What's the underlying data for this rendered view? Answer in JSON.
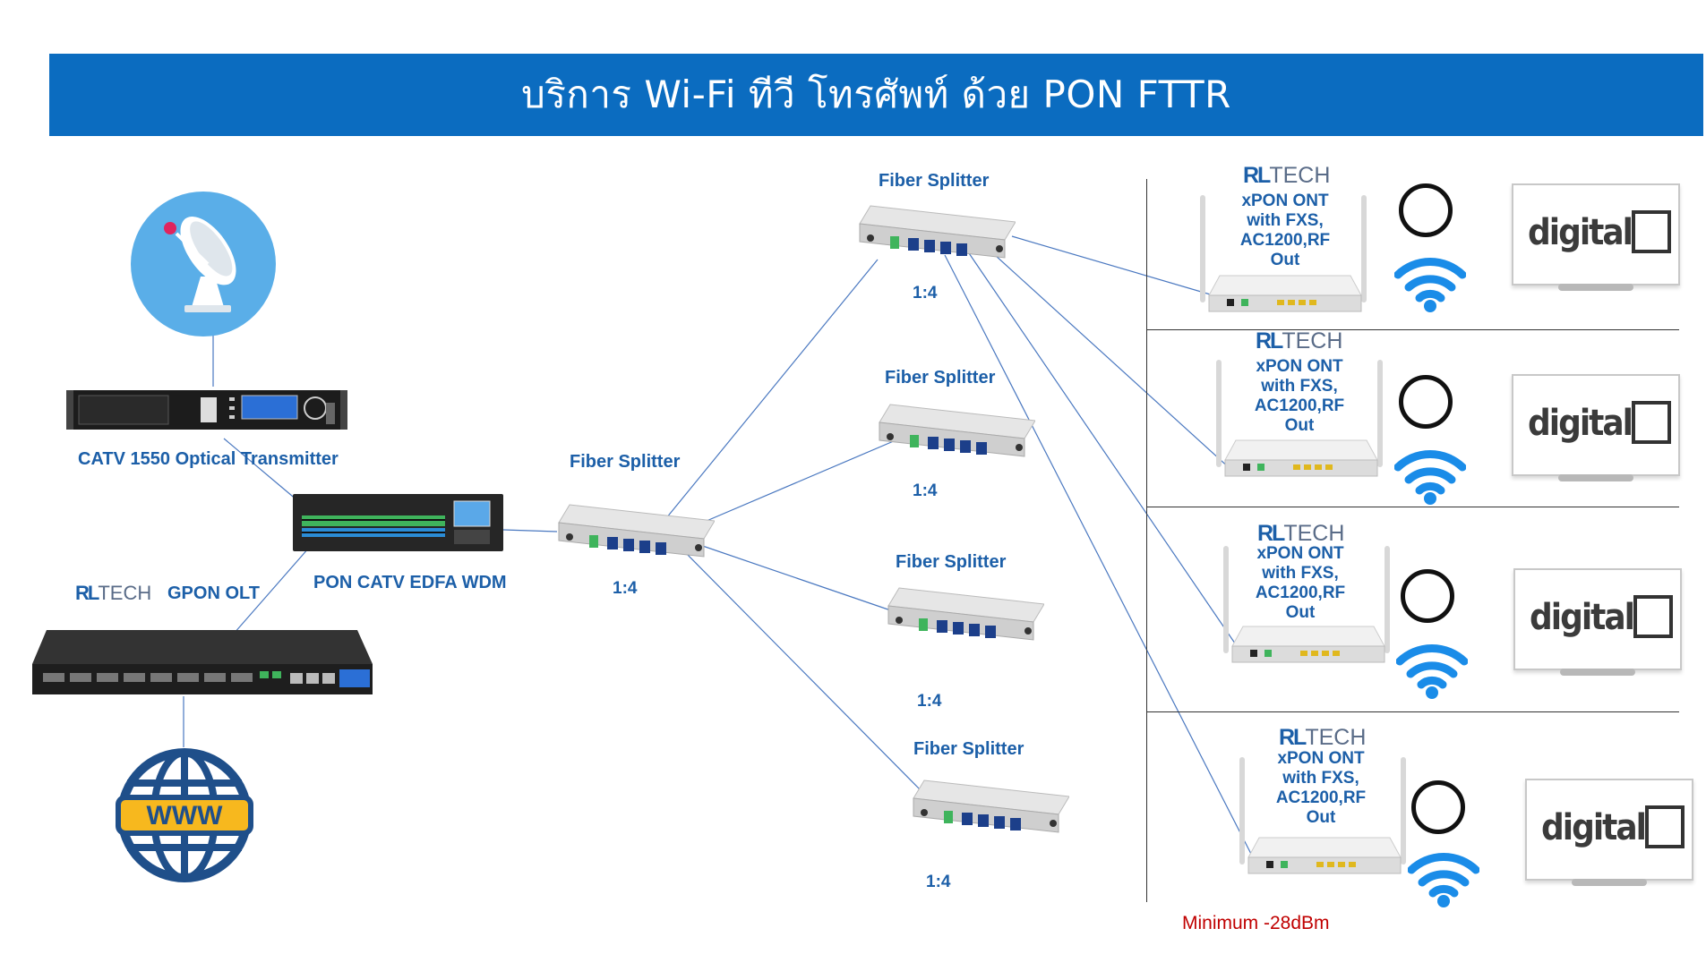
{
  "header": {
    "title": "บริการ Wi-Fi ทีวี โทรศัพท์ ด้วย PON FTTR"
  },
  "devices": {
    "catv_tx": "CATV 1550 Optical Transmitter",
    "edfa": "PON CATV EDFA WDM",
    "olt_brand_mark": "RL",
    "olt_brand_tech": "TECH",
    "olt_label": "GPON OLT",
    "www": "WWW"
  },
  "splitters": [
    {
      "label": "Fiber Splitter",
      "ratio": "1:4"
    },
    {
      "label": "Fiber Splitter",
      "ratio": "1:4"
    },
    {
      "label": "Fiber Splitter",
      "ratio": "1:4"
    },
    {
      "label": "Fiber Splitter",
      "ratio": "1:4"
    },
    {
      "label": "Fiber Splitter",
      "ratio": "1:4"
    }
  ],
  "onts": [
    {
      "brand_mark": "RL",
      "brand_tech": "TECH",
      "line1": "xPON ONT",
      "line2": "with FXS,",
      "line3": "AC1200,RF",
      "line4": "Out",
      "tv_text": "digital"
    },
    {
      "brand_mark": "RL",
      "brand_tech": "TECH",
      "line1": "xPON ONT",
      "line2": "with FXS,",
      "line3": "AC1200,RF",
      "line4": "Out",
      "tv_text": "digital"
    },
    {
      "brand_mark": "RL",
      "brand_tech": "TECH",
      "line1": "xPON ONT",
      "line2": "with FXS,",
      "line3": "AC1200,RF",
      "line4": "Out",
      "tv_text": "digital"
    },
    {
      "brand_mark": "RL",
      "brand_tech": "TECH",
      "line1": "xPON ONT",
      "line2": "with FXS,",
      "line3": "AC1200,RF",
      "line4": "Out",
      "tv_text": "digital"
    }
  ],
  "note": "Minimum -28dBm",
  "colors": {
    "banner": "#0b6cc0",
    "label_blue": "#1c5fa8",
    "wire": "#4a78c0",
    "note_red": "#c00000"
  }
}
